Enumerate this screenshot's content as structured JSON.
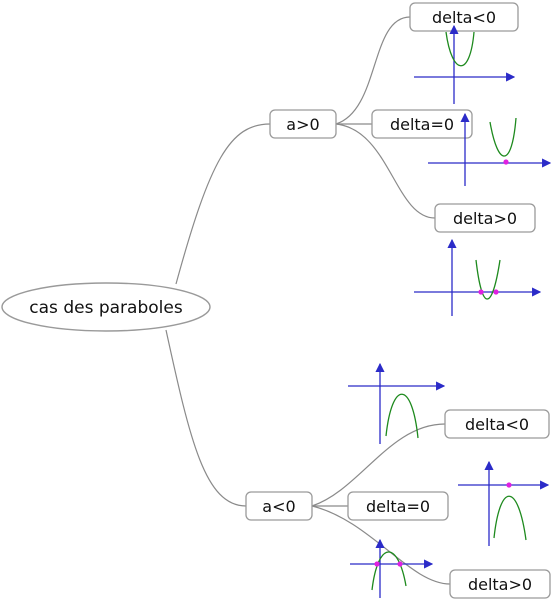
{
  "mindmap": {
    "root": {
      "label": "cas des paraboles"
    },
    "branches": [
      {
        "label": "a>0",
        "children": [
          {
            "label": "delta<0"
          },
          {
            "label": "delta=0"
          },
          {
            "label": "delta>0"
          }
        ]
      },
      {
        "label": "a<0",
        "children": [
          {
            "label": "delta<0"
          },
          {
            "label": "delta=0"
          },
          {
            "label": "delta>0"
          }
        ]
      }
    ]
  },
  "colors": {
    "connector": "#8a8a8a",
    "node_border": "#9a9a9a",
    "axis": "#2b2bc8",
    "curve": "#1e8a1e",
    "root_point": "#e020e0"
  }
}
